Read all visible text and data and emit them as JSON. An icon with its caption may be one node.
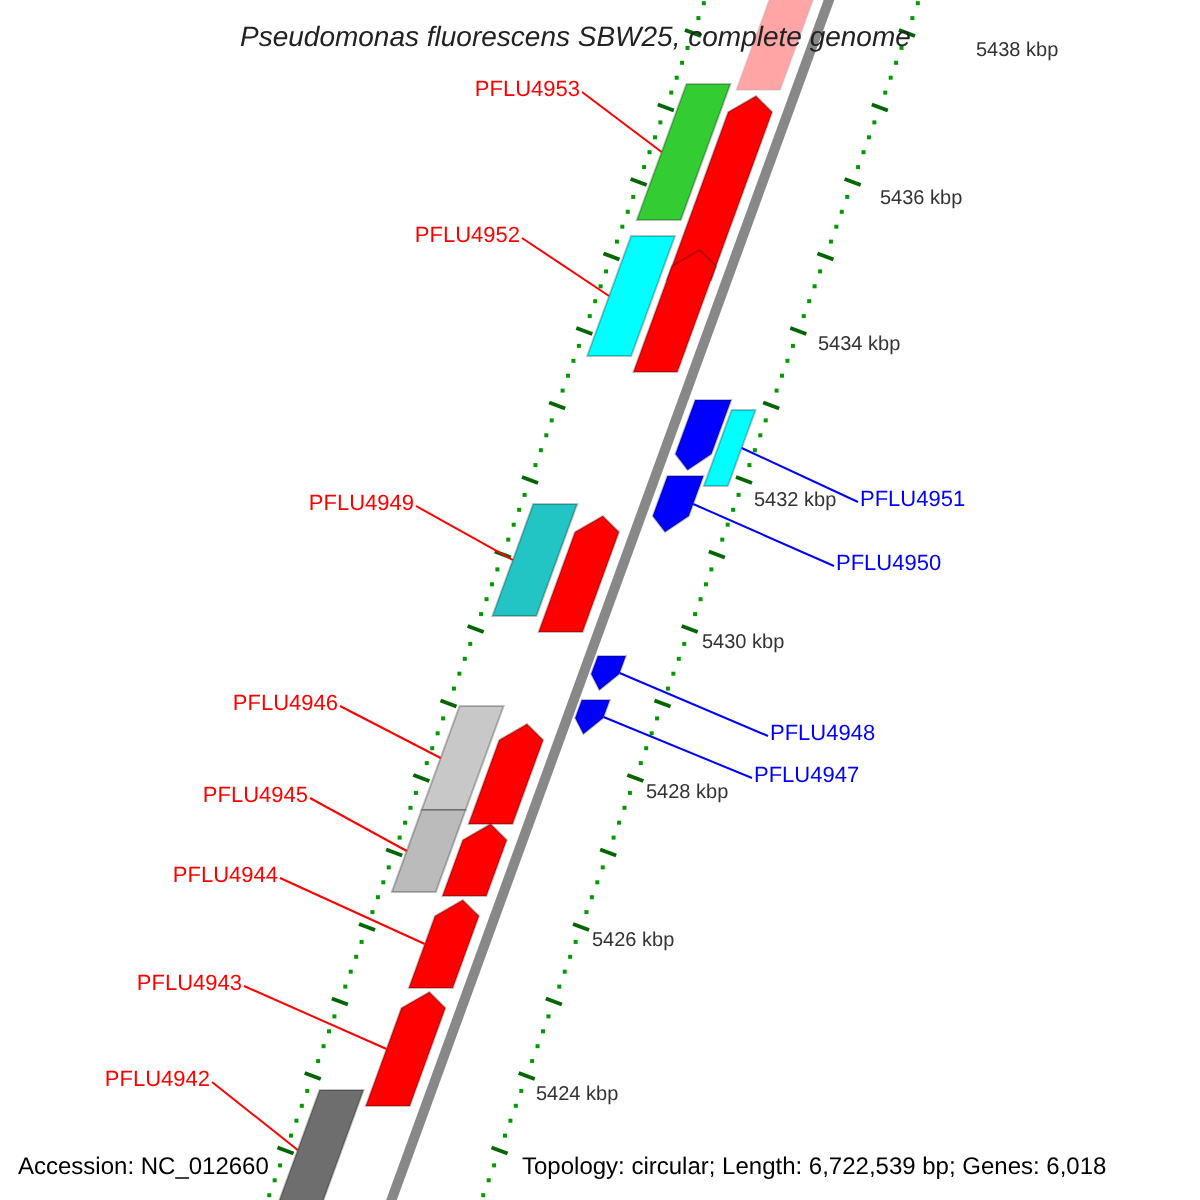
{
  "diagram": {
    "title": "Pseudomonas fluorescens SBW25, complete genome",
    "nodes": [
      {
        "text": [
          "PFLU4953"
        ]
      },
      {
        "text": [
          "PFLU4952"
        ]
      },
      {
        "text": [
          "PFLU4951"
        ]
      },
      {
        "text": [
          "PFLU4950"
        ]
      },
      {
        "text": [
          "PFLU4949"
        ]
      },
      {
        "text": [
          "PFLU4948"
        ]
      },
      {
        "text": [
          "PFLU4947"
        ]
      },
      {
        "text": [
          "PFLU4946"
        ]
      },
      {
        "text": [
          "PFLU4945"
        ]
      },
      {
        "text": [
          "PFLU4944"
        ]
      },
      {
        "text": [
          "PFLU4943"
        ]
      },
      {
        "text": [
          "PFLU4942"
        ]
      },
      {
        "text": [],
        "shape": "arrow"
      },
      {
        "text": [],
        "shape": "bar"
      },
      {
        "text": [],
        "shape": "arrow"
      },
      {
        "text": [],
        "shape": "bar"
      },
      {
        "text": [],
        "shape": "arrow"
      },
      {
        "text": [],
        "shape": "arrow"
      },
      {
        "text": [],
        "shape": "bar"
      },
      {
        "text": [],
        "shape": "arrow"
      },
      {
        "text": [],
        "shape": "bar"
      },
      {
        "text": [],
        "shape": "arrow"
      },
      {
        "text": [],
        "shape": "arrow"
      },
      {
        "text": [],
        "shape": "arrow"
      },
      {
        "text": [],
        "shape": "bar"
      },
      {
        "text": [],
        "shape": "arrow"
      },
      {
        "text": [],
        "shape": "bar"
      },
      {
        "text": [],
        "shape": "arrow"
      },
      {
        "text": [],
        "shape": "arrow"
      },
      {
        "text": [],
        "shape": "arrow"
      },
      {
        "text": [],
        "shape": "bar"
      }
    ],
    "edges": [
      {
        "from": 0,
        "to": 13,
        "arrow": "none"
      },
      {
        "from": 1,
        "to": 15,
        "arrow": "none"
      },
      {
        "from": 2,
        "to": 18,
        "arrow": "none",
        "color": "#0000ff"
      },
      {
        "from": 3,
        "to": 19,
        "arrow": "none",
        "color": "#0000ff"
      },
      {
        "from": 4,
        "to": 20,
        "arrow": "none"
      },
      {
        "from": 5,
        "to": 22,
        "arrow": "none",
        "color": "#0000ff"
      },
      {
        "from": 6,
        "to": 23,
        "arrow": "none",
        "color": "#0000ff"
      },
      {
        "from": 7,
        "to": 24,
        "arrow": "none"
      },
      {
        "from": 8,
        "to": 26,
        "arrow": "none"
      },
      {
        "from": 9,
        "to": 28,
        "arrow": "none"
      },
      {
        "from": 10,
        "to": 29,
        "arrow": "none"
      },
      {
        "from": 11,
        "to": 30,
        "arrow": "none"
      }
    ],
    "labels": [
      "5438 kbp",
      "5436 kbp",
      "5434 kbp",
      "5432 kbp",
      "5430 kbp",
      "5428 kbp",
      "5426 kbp",
      "5424 kbp",
      "Accession: NC_012660",
      "Topology: circular; Length: 6,722,539 bp; Genes: 6,018"
    ]
  }
}
